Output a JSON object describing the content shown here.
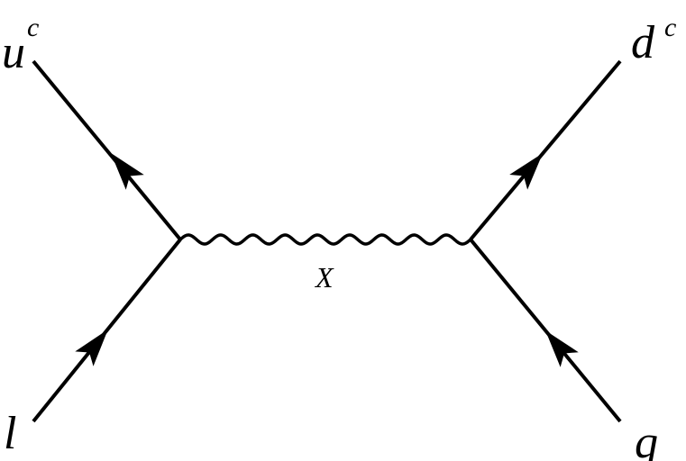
{
  "diagram": {
    "type": "feynman",
    "propagator": {
      "label": "X",
      "style": "wavy"
    },
    "particles": {
      "top_left": {
        "base": "u",
        "sup": "c"
      },
      "top_right": {
        "base": "d",
        "sup": "c"
      },
      "bottom_left": {
        "base": "l"
      },
      "bottom_right": {
        "base": "q"
      }
    },
    "line_color": "#000000"
  }
}
